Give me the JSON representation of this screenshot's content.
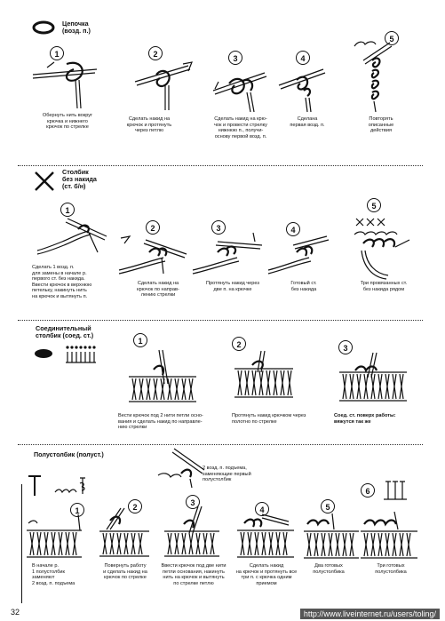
{
  "sections": {
    "chain": {
      "title": "Цепочка\n(возд. п.)",
      "steps": [
        {
          "num": "1",
          "caption": "Обернуть нить вокруг\nкрючка и нижнего\nкрючок по стрелке"
        },
        {
          "num": "2",
          "caption": "Сделать накид на\nкрючок и протянуть\nчерез петлю"
        },
        {
          "num": "3",
          "caption": "Сделать накид на крю-\nчок и провести стрелку\nнижнюю п., получи-\nоснову первой возд. п."
        },
        {
          "num": "4",
          "caption": "Сделана\nпервая возд. п."
        },
        {
          "num": "5",
          "caption": "Повторять\nописанные\nдействия"
        }
      ]
    },
    "single_crochet": {
      "title": "Столбик\nбез накида\n(ст. б/н)",
      "steps": [
        {
          "num": "1",
          "caption": "Сделать 1 возд. п.\nдля замены в начале р.\nпервого ст. без накида.\nВвести крючок в верхнюю\nпетельку, накинуть нить\nна крючок и вытянуть п."
        },
        {
          "num": "2",
          "caption": "Сделать накид на\nкрючок по направ-\nлению стрелки"
        },
        {
          "num": "3",
          "caption": "Протянуть накид через\nдве п. на крючке"
        },
        {
          "num": "4",
          "caption": "Готовый ст.\nбез накида"
        },
        {
          "num": "5",
          "caption": "Три провязанных ст.\nбез накида рядом"
        }
      ]
    },
    "slip_stitch": {
      "title": "Соединительный\nстолбик (соед. ст.)",
      "steps": [
        {
          "num": "1",
          "caption": "Вести крючок под 2 нити петли осно-\nвания и сделать накид по направле-\nнию стрелки"
        },
        {
          "num": "2",
          "caption": "Протянуть накид крючком через\nполотно по стрелке"
        },
        {
          "num": "3",
          "caption": "Соед. ст. поверх работы:\nвяжутся так же"
        }
      ]
    },
    "half_double": {
      "title": "Полустолбик (полуст.)",
      "top_note": "2 возд. п. подъема,\nзаменяющие первый\nполустолбик",
      "steps": [
        {
          "num": "1",
          "caption": "В начале р.\n1 полустолбик\nзаменяют\n2 возд. п. подъема"
        },
        {
          "num": "2",
          "caption": "Повернуть работу\nи сделать накид на\nкрючок по стрелке"
        },
        {
          "num": "3",
          "caption": "Ввести крючок под две нити\nпетли основания, накинуть\nнить на крючок и вытянуть\nпо стрелке петлю"
        },
        {
          "num": "4",
          "caption": "Сделать накид\nна крючок и протянуть все\nтри п. с крючка одним\nприемом"
        },
        {
          "num": "5",
          "caption": "Два готовых\nполустолбика"
        },
        {
          "num": "6",
          "caption": "Три готовых\nполустолбика"
        }
      ]
    }
  },
  "page_number": "32",
  "footer_url": "http://www.liveinternet.ru/users/toling/"
}
